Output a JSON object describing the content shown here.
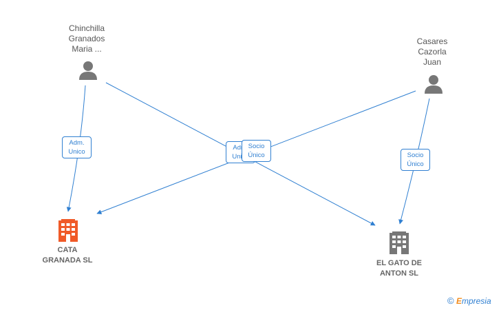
{
  "nodes": {
    "person_chinchilla": {
      "label": "Chinchilla\nGranados\nMaria ..."
    },
    "person_casares": {
      "label": "Casares\nCazorla\nJuan"
    },
    "company_cata": {
      "label": "CATA\nGRANADA  SL",
      "color": "#f05a28"
    },
    "company_gato": {
      "label": "EL GATO DE\nANTON  SL",
      "color": "#777777"
    }
  },
  "edges": {
    "adm_unico_1": {
      "label": "Adm.\nUnico"
    },
    "adm_unico_2": {
      "label": "Adm.\nUnico"
    },
    "socio_unico_1": {
      "label": "Socio\nÚnico"
    },
    "socio_unico_2": {
      "label": "Socio\nÚnico"
    }
  },
  "colors": {
    "edge": "#2f7fd1",
    "person_icon": "#777777"
  },
  "brand": {
    "copyright": "©",
    "e": "E",
    "rest": "mpresia"
  }
}
